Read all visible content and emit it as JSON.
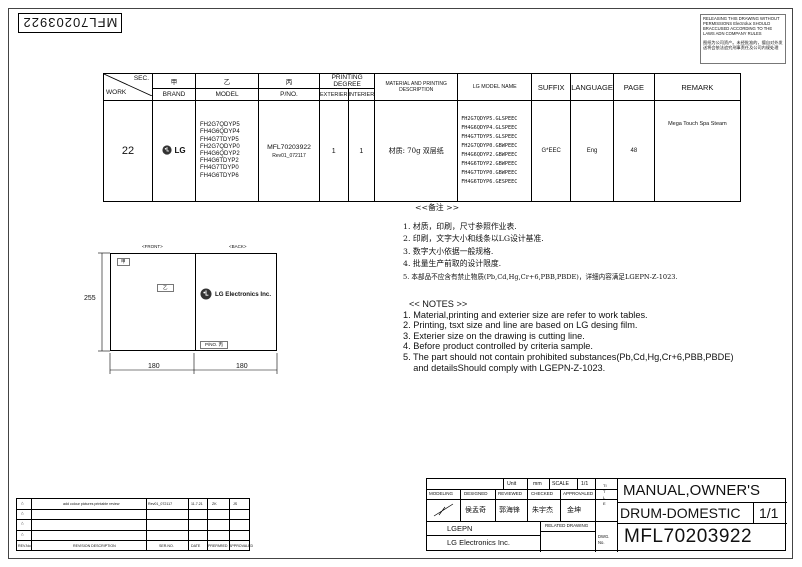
{
  "document_code": "MFL70203922",
  "document_code_rotated": "MFL70203922",
  "notice": {
    "en": "RELEASING THIS DRAWING WITHOUT PERMISSIONS Electrolux SHOULD BRACCUSED ACCORDING TO THE LAWS ADN COMPANY RULES",
    "cn": "图纸为公司资产。未经批准的，擅自对外发送将会依法追究刑事责任及公司内规处理"
  },
  "spec_table": {
    "sec_label": "SEC.",
    "work_label": "WORK",
    "col_jia": "甲",
    "col_yi": "乙",
    "col_bing": "丙",
    "printing_degree": "PRINTING DEGREE",
    "brand": "BRAND",
    "model": "MODEL",
    "pno": "P/NO.",
    "exterier": "EXTERIER",
    "interier": "INTERIER",
    "material_desc": "MATERIAL AND PRINTING DESCRIPTION",
    "lg_model_name": "LG MODEL NAME",
    "suffix": "SUFFIX",
    "language": "LANGUAGE",
    "page": "PAGE",
    "remark": "REMARK",
    "row": {
      "work": "22",
      "brand_logo": "LG",
      "models": "FH2G7QDYP5\nFH4G6QDYP4\nFH4G7TDYP5\nFH2G7QDYP0\nFH4G6QDYP2\nFH4G6TDYP2\nFH4G7TDYP0\nFH4G6TDYP6",
      "pno": "MFL70203922",
      "rev": "Rev01_072117",
      "exterier": "1",
      "interier": "1",
      "material": "材质: 70g 双层纸",
      "lg_models": "FH2G7QDYP5.GLSPEEC\nFH4G6QDYP4.GLSPEEC\nFH4G7TDYP5.GLSPEEC\nFH2G7QDYP0.GBWPEEC\nFH4G6QDYP2.GBWPEEC\nFH4G6TDYP2.GBWPEEC\nFH4G7TDYP0.GBWPEEC\nFH4G6TDYP6.GESPEEC",
      "suffix": "G*EEC",
      "language": "Eng",
      "page": "48",
      "remark": "Mega Touch Spa Steam"
    }
  },
  "notes_cn": {
    "title": "<<备注 >>",
    "items": [
      "1.  材质，印刷，尺寸参照作业表.",
      "2.  印刷，文字大小和线条以LG设计基准.",
      "3.  数字大小依据一般规格.",
      "4.  批量生产前取的设计限度.",
      "5.  本部品不应含有禁止物质(Pb,Cd,Hg,Cr+6,PBB,PBDE)，详细内容满足LGEPN-Z-1023."
    ]
  },
  "notes_en": {
    "title": "<< NOTES >>",
    "items": [
      "1. Material,printing and exterier size are refer to work tables.",
      "2. Printing, tsxt  size and line are based on LG desing film.",
      "3. Exterier size on the drawing is cutting line.",
      "4. Before product controlled by criteria sample.",
      "5. The part should not contain prohibited substances(Pb,Cd,Hg,Cr+6,PBB,PBDE)",
      "    and detailsShould comply with LGEPN-Z-1023."
    ]
  },
  "diagram": {
    "front_label": "<FRONT>",
    "back_label": "<BACK>",
    "jia_tag": "甲",
    "yi_tag": "乙",
    "brand_text": "LG Electronics Inc.",
    "pno_tag": "P/NO. 丙",
    "height": "255",
    "width_left": "180",
    "width_right": "180"
  },
  "title_block": {
    "unit": "Unit",
    "unit_value": "mm",
    "scale": "SCALE",
    "scale_value": "1/1",
    "title_vertical": "TITLE",
    "modeling": "MODELING",
    "designed": "DESIGNED",
    "reviewed": "REVIEWED",
    "checked": "CHECKED",
    "approvaled": "APPROVALED",
    "designer": "侯孟奇",
    "reviewer": "郭海锋",
    "checker": "朱宇杰",
    "approver": "金坤",
    "related_drawing": "RELATED DRAWING",
    "company_code": "LGEPN",
    "company": "LG Electronics Inc.",
    "dwg_no": "DWG. No.",
    "title1": "MANUAL,OWNER'S",
    "title2": "DRUM-DOMESTIC",
    "page_ratio": "1/1",
    "drawing_number": "MFL70203922"
  },
  "revision_block": {
    "row1_desc": "add colour pictures printable review",
    "row1_no": "Rev01_072117",
    "row1_date": "11.7.21",
    "row1_by": "ZK",
    "row1_app": "JS",
    "rev_no": "REV.No.",
    "rev_desc": "REVISION DESCRIPTION",
    "ser_no": "SER.NO.",
    "date": "DATE",
    "prepared": "PREPARED",
    "approvaled": "APPROVALED"
  }
}
